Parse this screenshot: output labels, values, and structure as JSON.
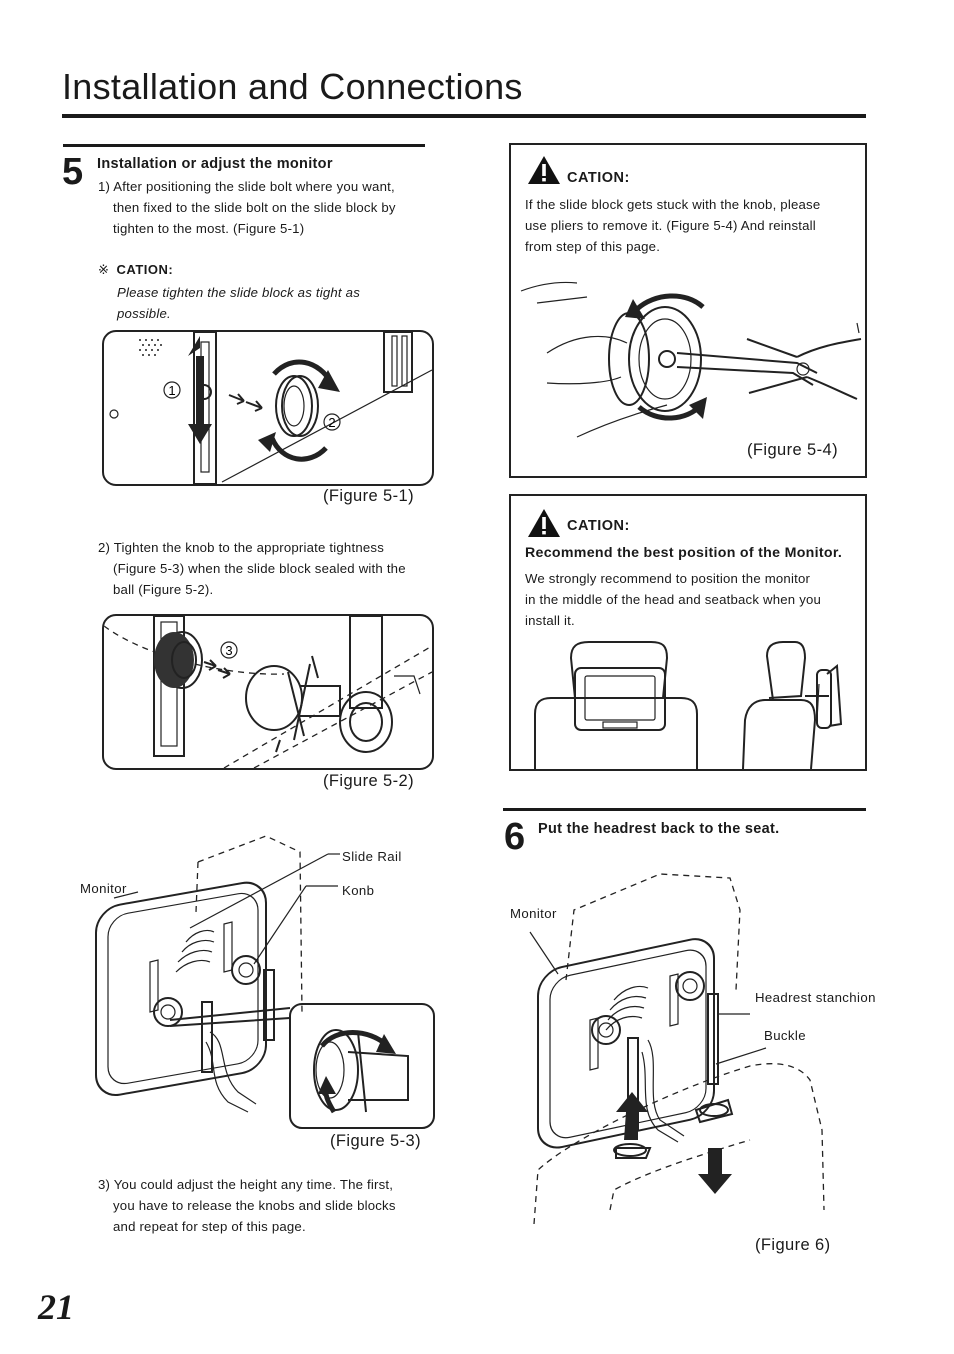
{
  "header": {
    "title": "Installation and Connections"
  },
  "section5": {
    "number": "5",
    "heading": "Installation or adjust the monitor",
    "step1_line1": "1) After positioning the slide bolt where you want,",
    "step1_line2": "then fixed to the slide bolt on the slide block by",
    "step1_line3": "tighten to the most. (Figure 5-1)",
    "caution_symbol": "※",
    "caution_label": "CATION:",
    "caution_line1": "Please tighten the slide block as tight as",
    "caution_line2": "possible.",
    "fig1_caption": "(Figure 5-1)",
    "fig1_mark1": "1",
    "fig1_mark2": "2",
    "step2_line1": "2) Tighten the knob to the appropriate tightness",
    "step2_line2": "(Figure 5-3) when the slide block sealed with the",
    "step2_line3": "ball (Figure 5-2).",
    "fig2_caption": "(Figure 5-2)",
    "fig2_mark3": "3",
    "fig3_label_monitor": "Monitor",
    "fig3_label_rail": "Slide Rail",
    "fig3_label_knob": "Konb",
    "fig3_caption": "(Figure 5-3)",
    "step3_line1": "3) You could adjust the height any time. The first,",
    "step3_line2": "you have to release the knobs and slide blocks",
    "step3_line3": "and repeat for step of this page."
  },
  "caution_box1": {
    "label": "CATION:",
    "line1": "If the slide block gets stuck with the knob, please",
    "line2": "use pliers to remove it. (Figure 5-4) And reinstall",
    "line3": "from step of this page.",
    "caption": "(Figure 5-4)"
  },
  "caution_box2": {
    "label": "CATION:",
    "subheading": "Recommend the best position of the Monitor.",
    "line1": "We strongly recommend to position the monitor",
    "line2": "in the middle of the head and seatback when you",
    "line3": "install it."
  },
  "section6": {
    "number": "6",
    "heading": "Put the headrest back to the seat.",
    "label_monitor": "Monitor",
    "label_stanchion": "Headrest stanchion",
    "label_buckle": "Buckle",
    "caption": "(Figure 6)"
  },
  "page_number": "21"
}
